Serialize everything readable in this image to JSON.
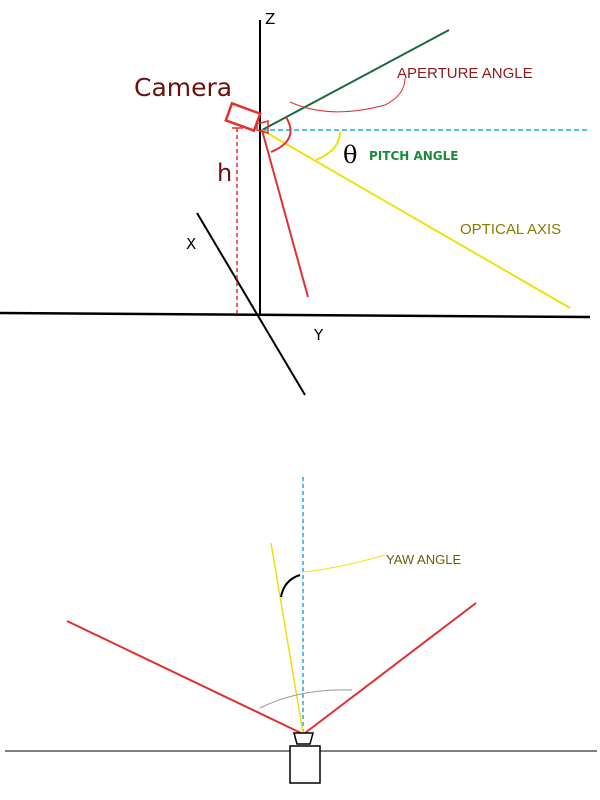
{
  "labels": {
    "z_axis": "Z",
    "x_axis": "X",
    "y_axis": "Y",
    "camera": "Camera",
    "height": "h",
    "aperture_angle": "APERTURE ANGLE",
    "theta": "θ",
    "pitch_angle": "PITCH ANGLE",
    "optical_axis": "OPTICAL AXIS",
    "yaw_angle": "YAW ANGLE"
  },
  "colors": {
    "camera_label": "#6b0f0f",
    "aperture_label": "#8b1a1a",
    "pitch_label": "#1a8a3a",
    "optical_label": "#8a7a00",
    "yaw_label": "#6b5a10",
    "red": "#e03030",
    "yellow": "#f0e010",
    "green": "#1a6a40",
    "cyan": "#20a8e0"
  },
  "icons": [
    "camera-body-icon",
    "camera-top-view-icon"
  ]
}
